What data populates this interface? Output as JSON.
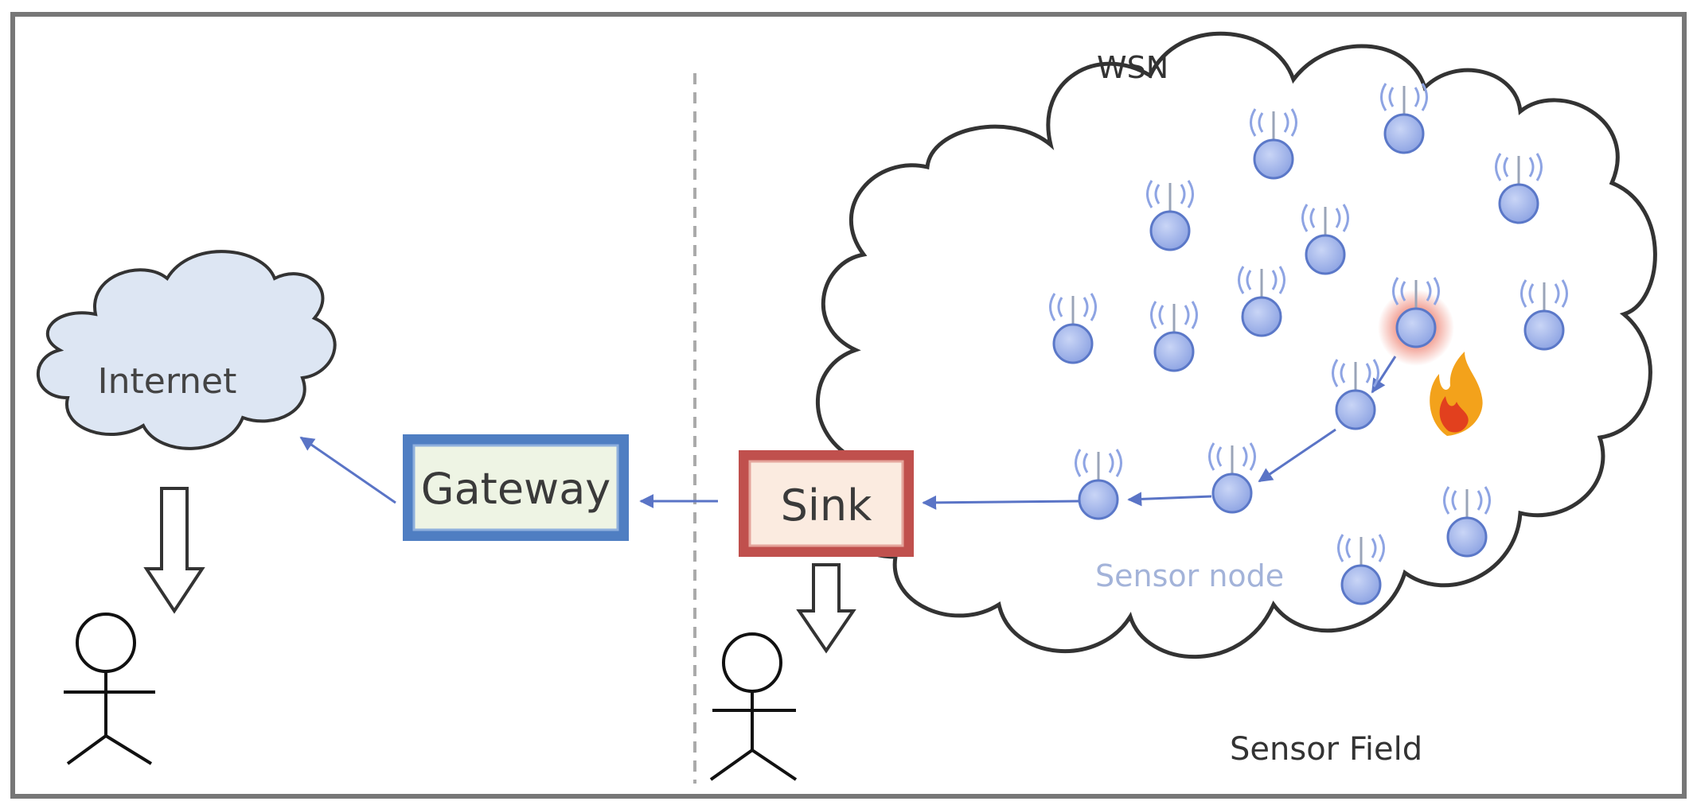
{
  "diagram": {
    "labels": {
      "internet": "Internet",
      "gateway": "Gateway",
      "sink": "Sink",
      "wsn": "WSN",
      "sensor_node": "Sensor node",
      "sensor_field": "Sensor Field"
    },
    "icons": [
      "sensor-node-icon",
      "fire-icon",
      "person-icon",
      "down-arrow-icon",
      "cloud-icon"
    ],
    "colors": {
      "internet_fill": "#dde6f3",
      "gateway_border": "#4f7ec2",
      "gateway_fill": "#eef4e4",
      "sink_border": "#c0504d",
      "sink_fill": "#fbebe0",
      "node_fill": "#9eb2e8",
      "node_stroke": "#5b78c8",
      "link_color": "#5a74c6",
      "alert_glow": "#f2a195",
      "sensor_label": "#a3b3d9"
    }
  }
}
